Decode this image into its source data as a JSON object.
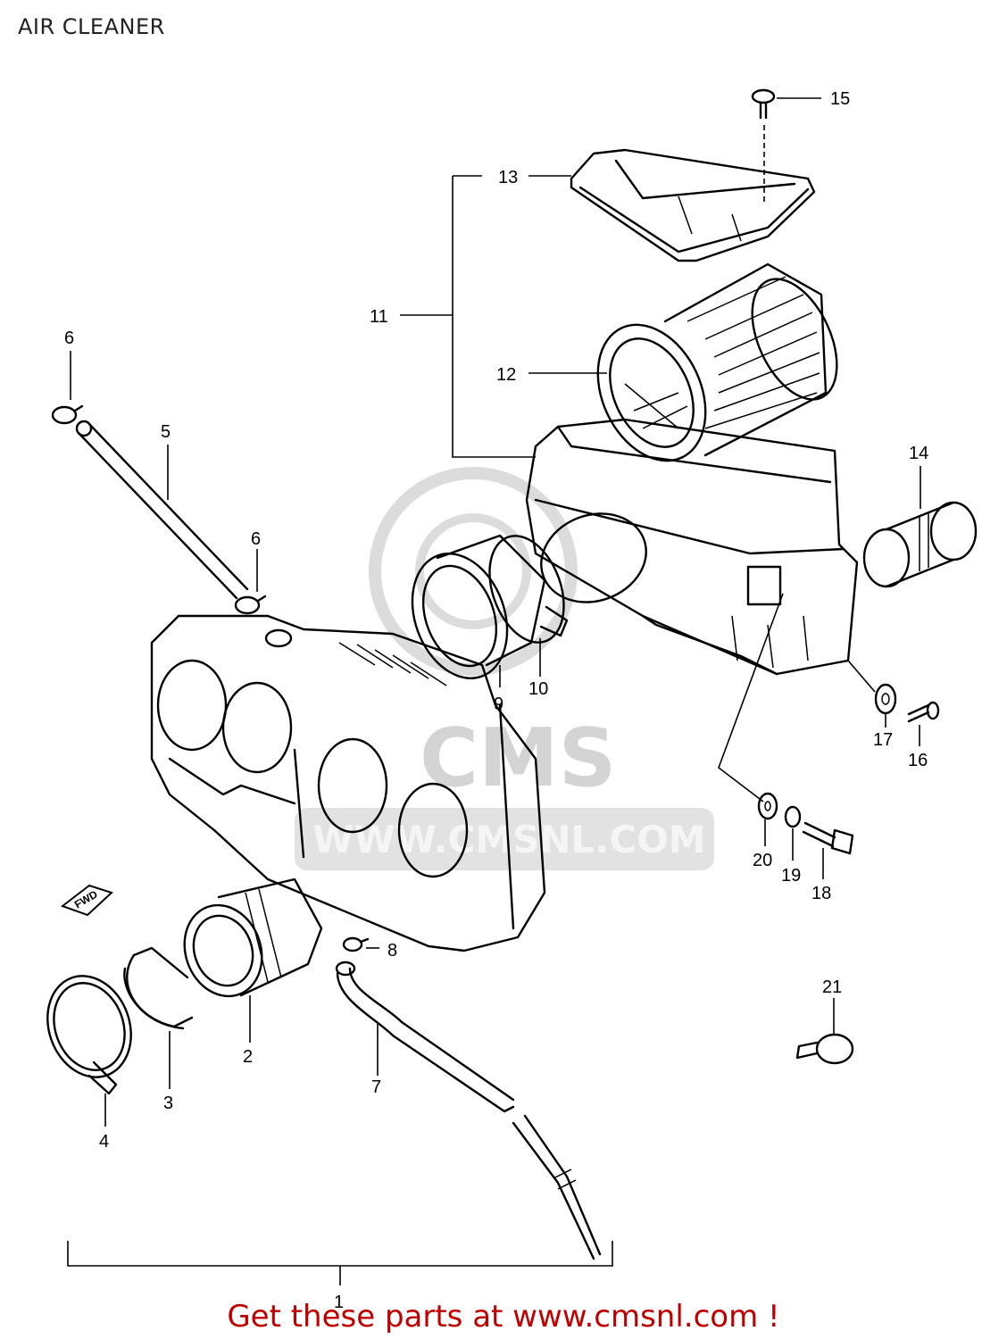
{
  "page": {
    "title": "AIR CLEANER",
    "footer": "Get these parts at www.cmsnl.com !"
  },
  "watermark": {
    "logo": "CMS",
    "url": "WWW.CMSNL.COM"
  },
  "arrow_label": "FWD",
  "callouts": [
    "1",
    "2",
    "3",
    "4",
    "5",
    "6",
    "6",
    "7",
    "8",
    "9",
    "10",
    "11",
    "12",
    "13",
    "14",
    "15",
    "16",
    "17",
    "18",
    "19",
    "20",
    "21"
  ],
  "colors": {
    "line": "#000000",
    "footer": "#c00000",
    "watermark": "#d4d4d4"
  }
}
